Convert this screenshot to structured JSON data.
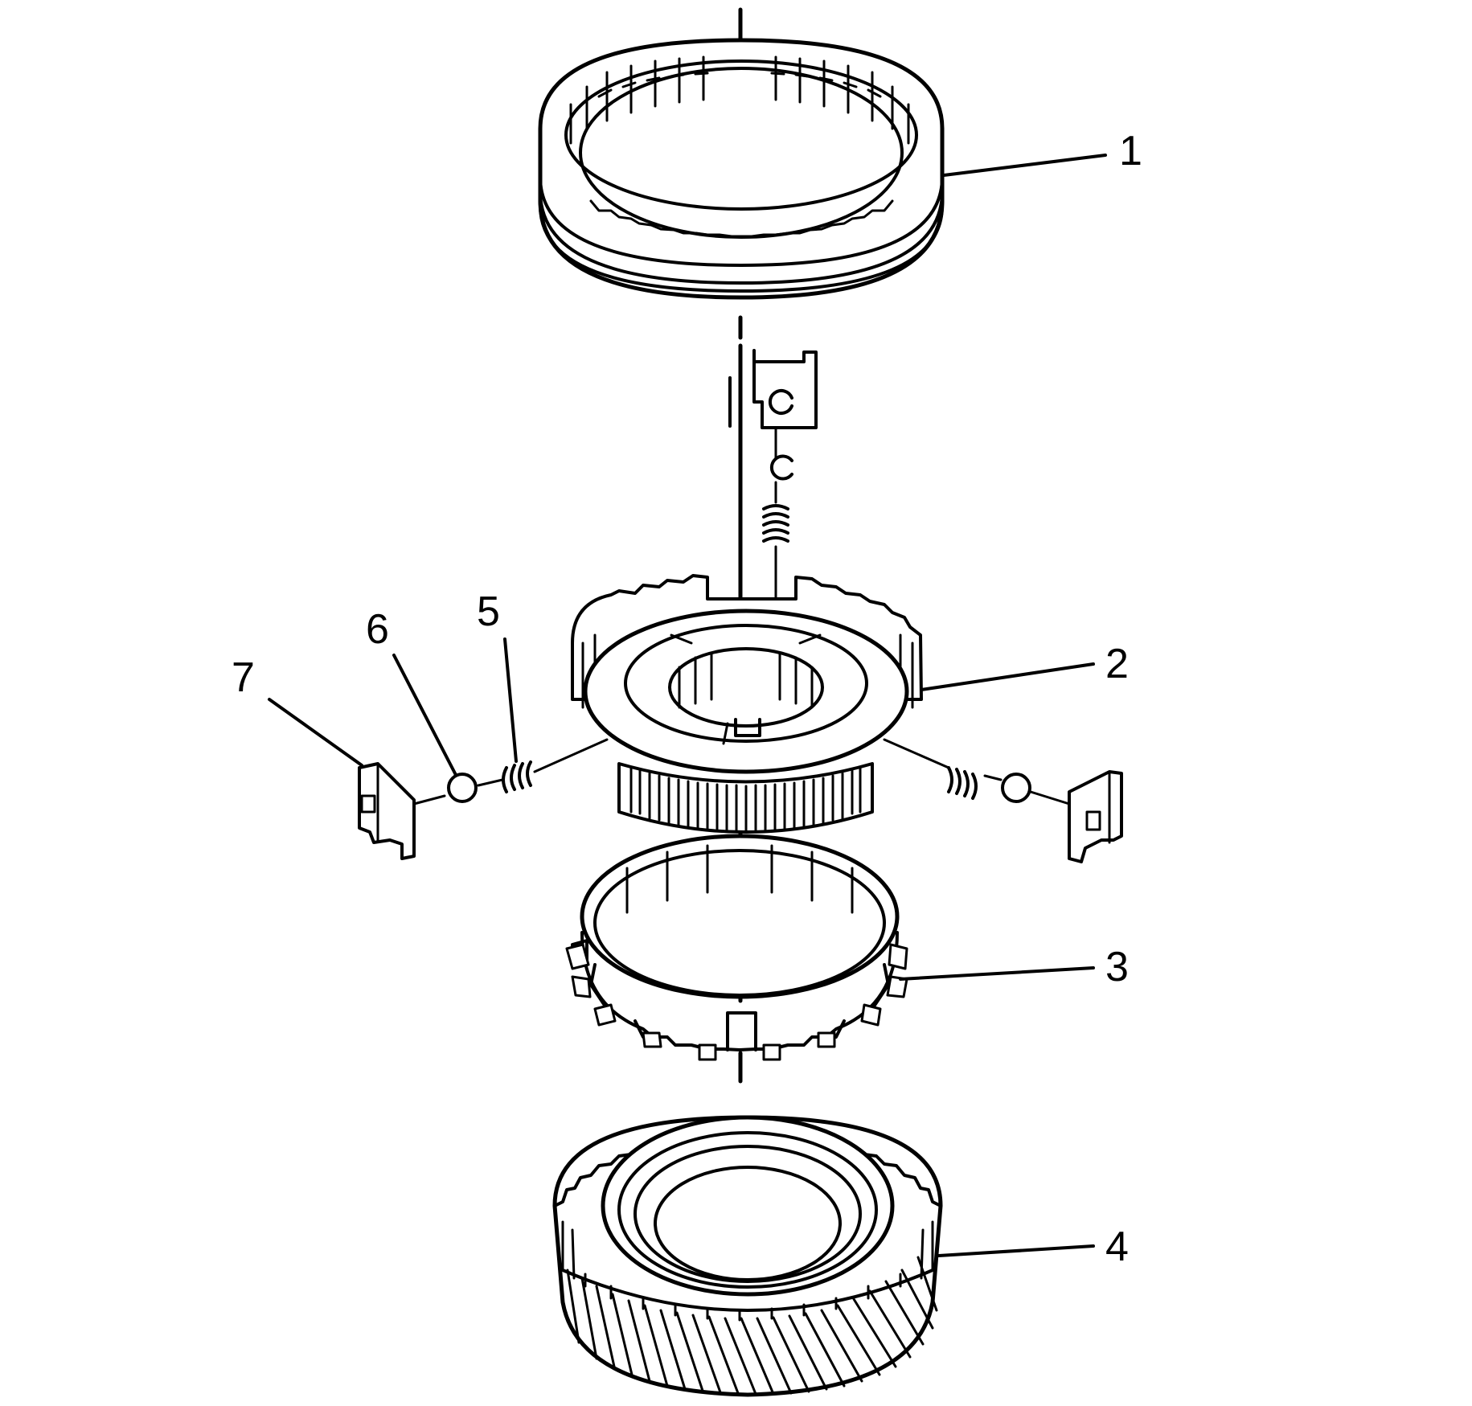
{
  "callouts": [
    {
      "label": "1",
      "part": "synchronizer-sleeve"
    },
    {
      "label": "2",
      "part": "synchronizer-hub"
    },
    {
      "label": "3",
      "part": "blocker-ring"
    },
    {
      "label": "4",
      "part": "gear"
    },
    {
      "label": "5",
      "part": "spring"
    },
    {
      "label": "6",
      "part": "ball"
    },
    {
      "label": "7",
      "part": "key"
    }
  ],
  "colors": {
    "ink": "#000000",
    "paper": "#ffffff"
  }
}
